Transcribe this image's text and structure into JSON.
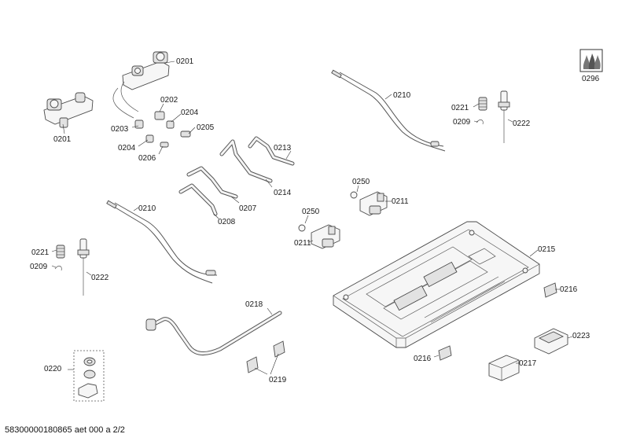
{
  "footer": "58300000180865 aet 000 a 2/2",
  "labels": {
    "l0201a": "0201",
    "l0201b": "0201",
    "l0202": "0202",
    "l0203": "0203",
    "l0204a": "0204",
    "l0204b": "0204",
    "l0205": "0205",
    "l0206": "0206",
    "l0207": "0207",
    "l0208": "0208",
    "l0209a": "0209",
    "l0209b": "0209",
    "l0210a": "0210",
    "l0210b": "0210",
    "l0211a": "0211",
    "l0211b": "0211",
    "l0213": "0213",
    "l0214": "0214",
    "l0215": "0215",
    "l0216a": "0216",
    "l0216b": "0216",
    "l0217": "0217",
    "l0218": "0218",
    "l0219": "0219",
    "l0220": "0220",
    "l0221a": "0221",
    "l0221b": "0221",
    "l0222a": "0222",
    "l0222b": "0222",
    "l0223": "0223",
    "l0250a": "0250",
    "l0250b": "0250",
    "l0296": "0296"
  }
}
